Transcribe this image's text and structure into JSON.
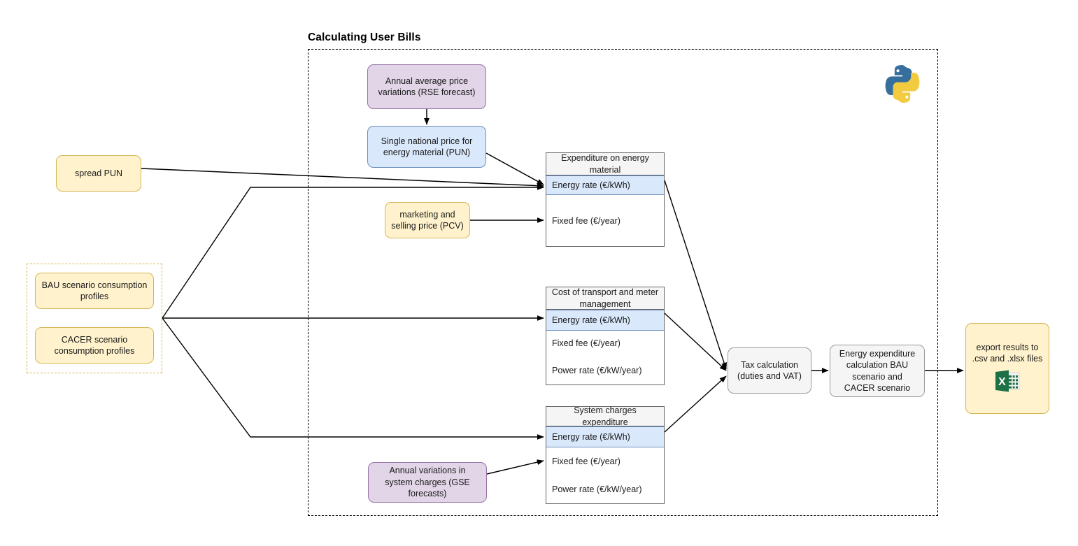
{
  "diagram": {
    "title": "Calculating User Bills",
    "container": {
      "label": "calculating-user-bills-boundary"
    },
    "left_group_label": "consumption-profiles-group",
    "logo_alt": "python-logo"
  },
  "nodes": {
    "spread_pun": {
      "label": "spread PUN",
      "color": "#fff2cc",
      "border": "#d6b656"
    },
    "bau": {
      "label": "BAU scenario consumption profiles",
      "color": "#fff2cc",
      "border": "#d6b656"
    },
    "cacer": {
      "label": "CACER scenario consumption profiles",
      "color": "#fff2cc",
      "border": "#d6b656"
    },
    "rse": {
      "label": "Annual average price variations (RSE forecast)",
      "color": "#e1d5e7",
      "border": "#9673a6"
    },
    "pun": {
      "label": "Single national price for energy material (PUN)",
      "color": "#dae8fc",
      "border": "#6c8ebf"
    },
    "pcv": {
      "label": "marketing and selling price (PCV)",
      "color": "#fff2cc",
      "border": "#d6b656"
    },
    "gse": {
      "label": "Annual variations in system charges (GSE forecasts)",
      "color": "#e1d5e7",
      "border": "#9673a6"
    },
    "tax": {
      "label": "Tax calculation (duties and VAT)",
      "color": "#f5f5f5",
      "border": "#9a9a9a"
    },
    "energy_calc": {
      "label": "Energy expenditure calculation BAU scenario and CACER scenario",
      "color": "#f5f5f5",
      "border": "#9a9a9a"
    },
    "export": {
      "label": "export results to .csv and .xlsx files",
      "color": "#fff2cc",
      "border": "#d6b656",
      "icon": "excel-icon"
    }
  },
  "tables": [
    {
      "id": "expenditure-energy-material",
      "header": "Expenditure on energy material",
      "rows": [
        {
          "label": "Energy rate (€/kWh)",
          "highlight": true
        },
        {
          "label": "",
          "highlight": false
        },
        {
          "label": "Fixed fee (€/year)",
          "highlight": false
        },
        {
          "label": "",
          "highlight": false
        }
      ]
    },
    {
      "id": "cost-transport-meter",
      "header": "Cost of transport and meter management",
      "rows": [
        {
          "label": "Energy rate (€/kWh)",
          "highlight": true
        },
        {
          "label": "Fixed fee (€/year)",
          "highlight": false
        },
        {
          "label": "Power rate (€/kW/year)",
          "highlight": false
        }
      ]
    },
    {
      "id": "system-charges-expenditure",
      "header": "System charges expenditure",
      "rows": [
        {
          "label": "Energy rate (€/kWh)",
          "highlight": true
        },
        {
          "label": "Fixed fee (€/year)",
          "highlight": false
        },
        {
          "label": "Power rate (€/kW/year)",
          "highlight": false
        }
      ]
    }
  ],
  "colors": {
    "yellow_fill": "#fff2cc",
    "yellow_border": "#d6b656",
    "purple_fill": "#e1d5e7",
    "purple_border": "#9673a6",
    "blue_fill": "#dae8fc",
    "blue_border": "#6c8ebf",
    "gray_fill": "#f5f5f5",
    "gray_border": "#9a9a9a",
    "edge": "#000000",
    "python_blue": "#366f9e",
    "python_yellow": "#f2cb41",
    "excel_green": "#1e7145"
  }
}
